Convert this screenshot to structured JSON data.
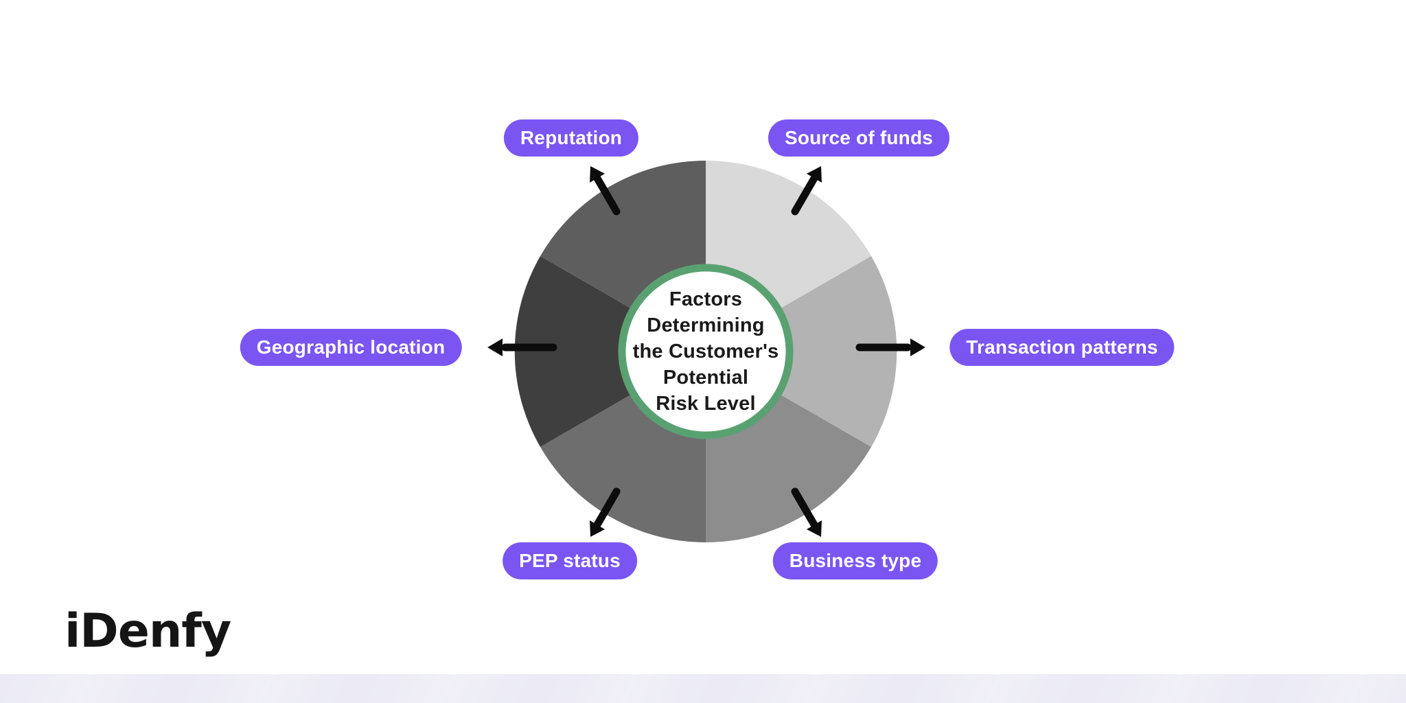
{
  "brand": {
    "logo_text": "iDenfy",
    "logo_color": "#151515"
  },
  "footer_band": {
    "color": "#ebeaf5"
  },
  "diagram": {
    "type": "ring-diagram",
    "center_label": "Factors\nDetermining\nthe Customer's\nPotential\nRisk Level",
    "center_circle": {
      "fill": "#ffffff",
      "ring_color": "#5aa172",
      "text_color": "#1a1a1a"
    },
    "label_pill": {
      "bg": "#7a55f2",
      "text_color": "#ffffff"
    },
    "arrow_color": "#0c0c0c",
    "segments": [
      {
        "name": "source-of-funds",
        "color": "#d9d9d9"
      },
      {
        "name": "transaction-patterns",
        "color": "#b3b3b3"
      },
      {
        "name": "business-type",
        "color": "#8d8d8d"
      },
      {
        "name": "pep-status",
        "color": "#6e6e6e"
      },
      {
        "name": "geographic-location",
        "color": "#3f3f3f"
      },
      {
        "name": "reputation",
        "color": "#5e5e5e"
      }
    ],
    "labels": [
      {
        "text": "Reputation"
      },
      {
        "text": "Source of funds"
      },
      {
        "text": "Transaction patterns"
      },
      {
        "text": "Business type"
      },
      {
        "text": "PEP status"
      },
      {
        "text": "Geographic location"
      }
    ]
  }
}
